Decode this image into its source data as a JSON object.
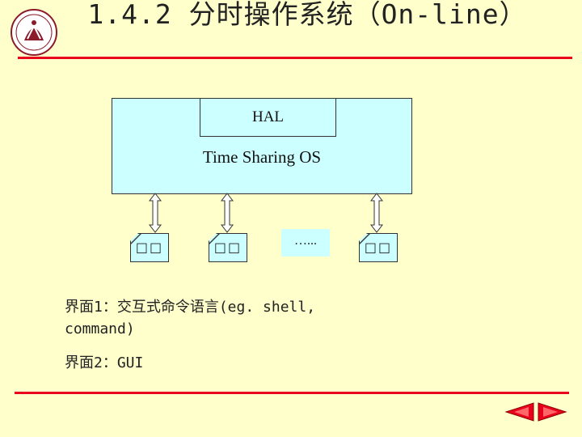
{
  "slide": {
    "title": "1.4.2 分时操作系统（On-line）"
  },
  "diagram": {
    "hal_label": "HAL",
    "os_label": "Time Sharing OS",
    "terminals": [
      "□□",
      "□□",
      "□□"
    ],
    "ellipsis_label": "…...",
    "colors": {
      "box_fill": "#ccffff",
      "rule": "#e8001c",
      "background": "#ffffcc"
    }
  },
  "notes": {
    "line1": "界面1：交互式命令语言(eg. shell,",
    "line1_cont": "command)",
    "line2": "界面2：GUI"
  },
  "nav": {
    "prev_icon": "prev-triangle-icon",
    "next_icon": "next-triangle-icon"
  }
}
